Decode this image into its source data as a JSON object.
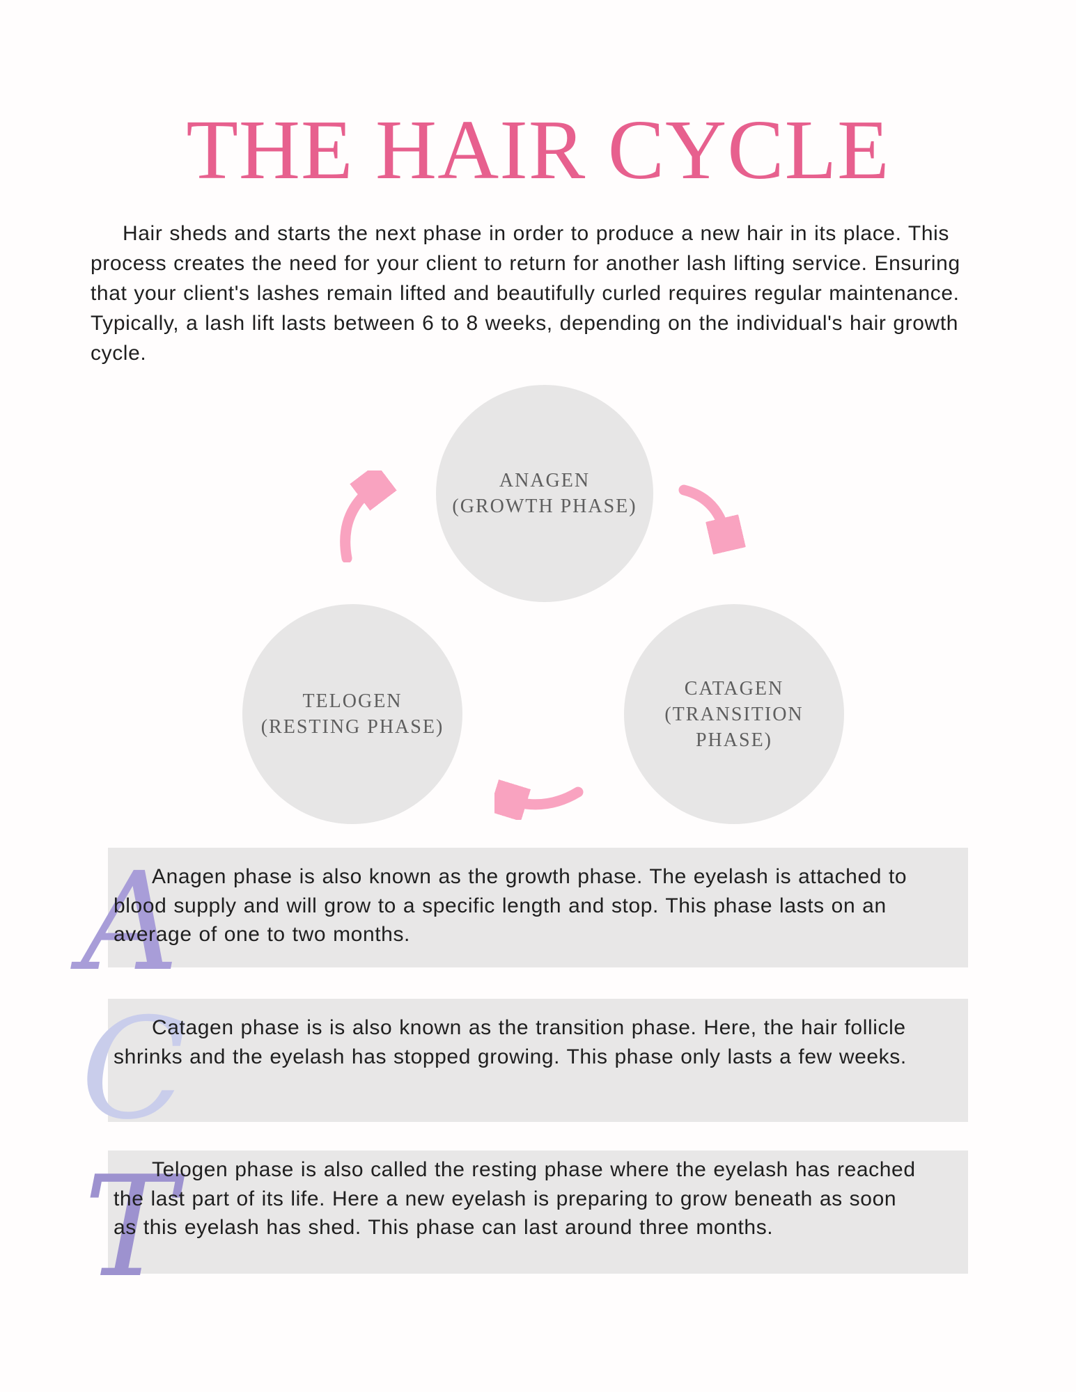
{
  "page": {
    "title": "THE HAIR CYCLE",
    "intro": "Hair sheds and starts the next phase in order to produce a new hair in its place. This process creates the need for your client to return for another lash lifting service. Ensuring that your client's lashes remain lifted and beautifully curled requires regular maintenance. Typically, a lash lift lasts between 6 to 8 weeks, depending on the individual's hair growth cycle."
  },
  "cycle": {
    "nodes": [
      {
        "id": "anagen",
        "line1": "ANAGEN",
        "line2": "(GROWTH PHASE)"
      },
      {
        "id": "catagen",
        "line1": "CATAGEN",
        "line2": "(TRANSITION PHASE)"
      },
      {
        "id": "telogen",
        "line1": "TELOGEN",
        "line2": "(RESTING PHASE)"
      }
    ],
    "arrows": [
      {
        "name": "telogen-to-anagen",
        "direction": "up-right"
      },
      {
        "name": "anagen-to-catagen",
        "direction": "down-right"
      },
      {
        "name": "catagen-to-telogen",
        "direction": "left"
      }
    ]
  },
  "phases": [
    {
      "letter": "A",
      "text": "Anagen phase is also known as the growth phase. The eyelash is attached to blood supply and will grow to a specific length and stop. This phase lasts on an average of one to two months."
    },
    {
      "letter": "C",
      "text": "Catagen phase is is also known as the transition phase. Here, the hair follicle shrinks and the eyelash has stopped growing. This phase only lasts a few weeks."
    },
    {
      "letter": "T",
      "text": "Telogen phase is also called the resting phase where the eyelash has reached the last part of its life. Here a new eyelash is preparing to grow beneath as soon as this eyelash has shed. This phase can last around three months."
    }
  ],
  "colors": {
    "title_pink": "#e7608e",
    "arrow_pink": "#f9a3c0",
    "circle_gray": "#e7e6e6",
    "circle_text_gray": "#5e5e5e",
    "block_gray": "#e8e7e7",
    "body_text": "#1f1f1f",
    "letter_a_purple": "#a89dd8",
    "letter_c_periwinkle": "#c9cdeb",
    "letter_t_purple": "#9d92cf"
  }
}
